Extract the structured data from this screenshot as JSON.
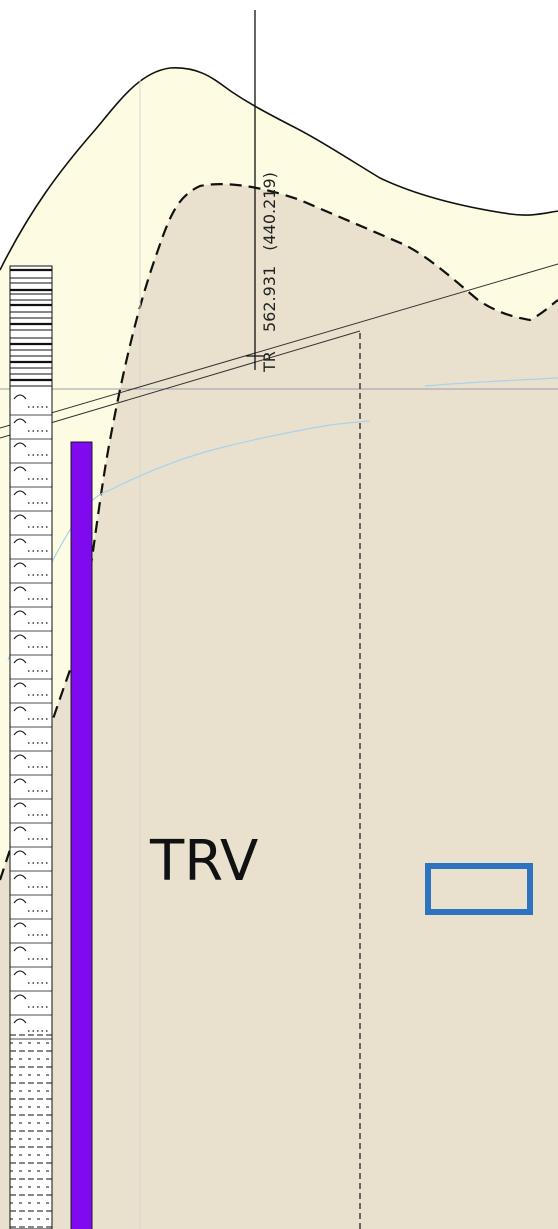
{
  "section": {
    "marker": {
      "prefix": "TR",
      "value": "562.931",
      "secondary": "(440.219)"
    },
    "unit_label": "TRV"
  },
  "colors": {
    "background": "#ffffff",
    "upper_zone_fill": "#fdfce3",
    "rock_fill": "#e9e1cd",
    "outline": "#111111",
    "column_bar": "#7f0af0",
    "water_line": "#a9d3ec",
    "selection_box": "#2e73c0",
    "grid_line": "#9aa0aa"
  }
}
